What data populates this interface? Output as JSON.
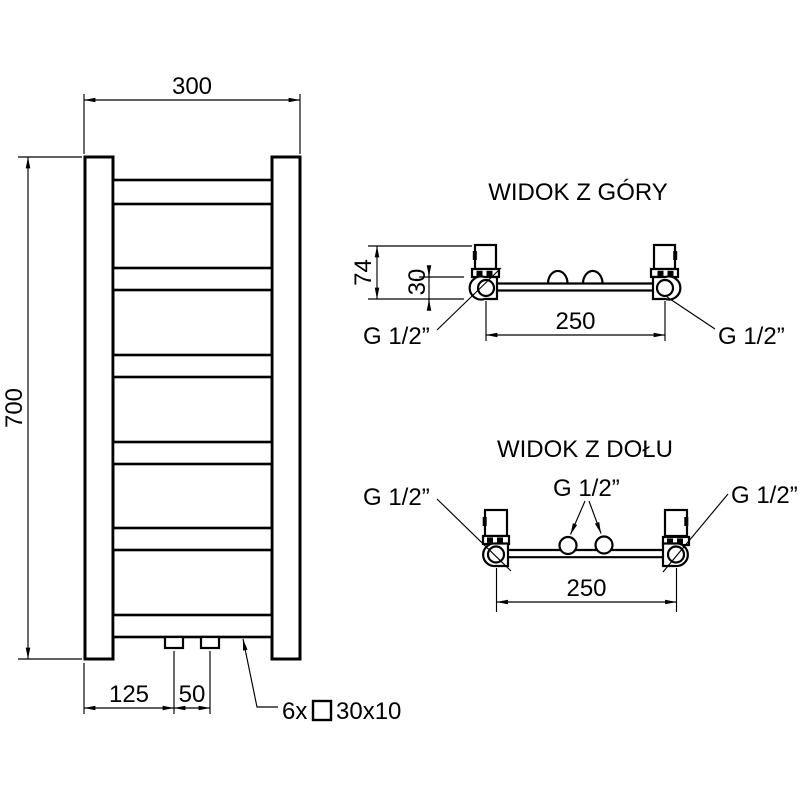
{
  "front_view": {
    "width_dim": "300",
    "height_dim": "700",
    "bottom_offset_dim": "125",
    "bottom_spacing_dim": "50",
    "profile_note_prefix": "6x",
    "profile_note_size": "30x10"
  },
  "top_view": {
    "title": "WIDOK Z GÓRY",
    "wall_distance_dim": "74",
    "collector_depth_dim": "30",
    "connection_spacing_dim": "250",
    "left_connection_label": "G 1/2”",
    "right_connection_label": "G 1/2”"
  },
  "bottom_view": {
    "title": "WIDOK Z DOŁU",
    "connection_spacing_dim": "250",
    "left_connection_label": "G 1/2”",
    "center_connection_label": "G 1/2”",
    "right_connection_label": "G 1/2”"
  },
  "colors": {
    "line": "#000000",
    "background": "#ffffff"
  }
}
